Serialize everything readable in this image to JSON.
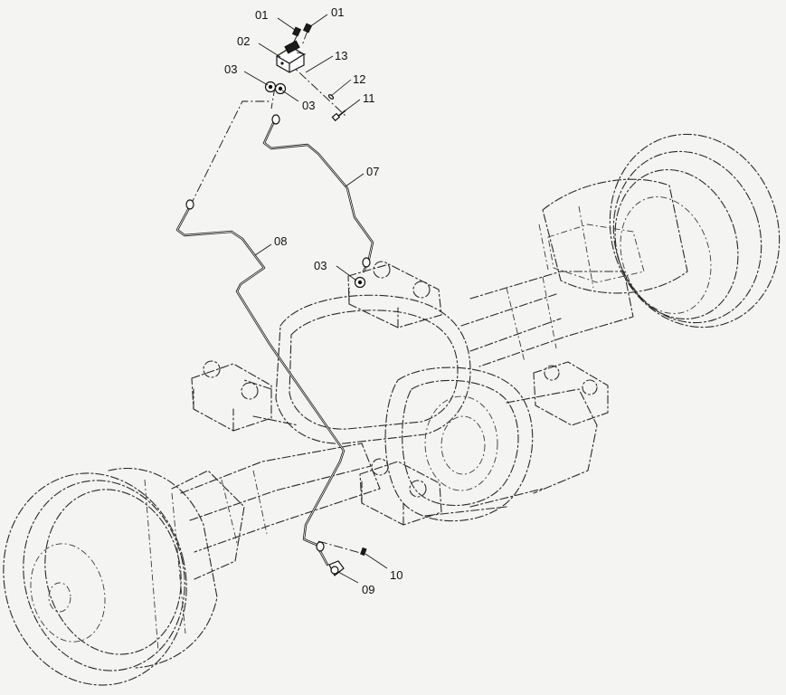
{
  "diagram": {
    "callouts": [
      {
        "id": "c01a",
        "label": "01"
      },
      {
        "id": "c01b",
        "label": "01"
      },
      {
        "id": "c02",
        "label": "02"
      },
      {
        "id": "c13",
        "label": "13"
      },
      {
        "id": "c03a",
        "label": "03"
      },
      {
        "id": "c12",
        "label": "12"
      },
      {
        "id": "c03b",
        "label": "03"
      },
      {
        "id": "c11",
        "label": "11"
      },
      {
        "id": "c07",
        "label": "07"
      },
      {
        "id": "c08",
        "label": "08"
      },
      {
        "id": "c03c",
        "label": "03"
      },
      {
        "id": "c10",
        "label": "10"
      },
      {
        "id": "c09",
        "label": "09"
      }
    ]
  }
}
